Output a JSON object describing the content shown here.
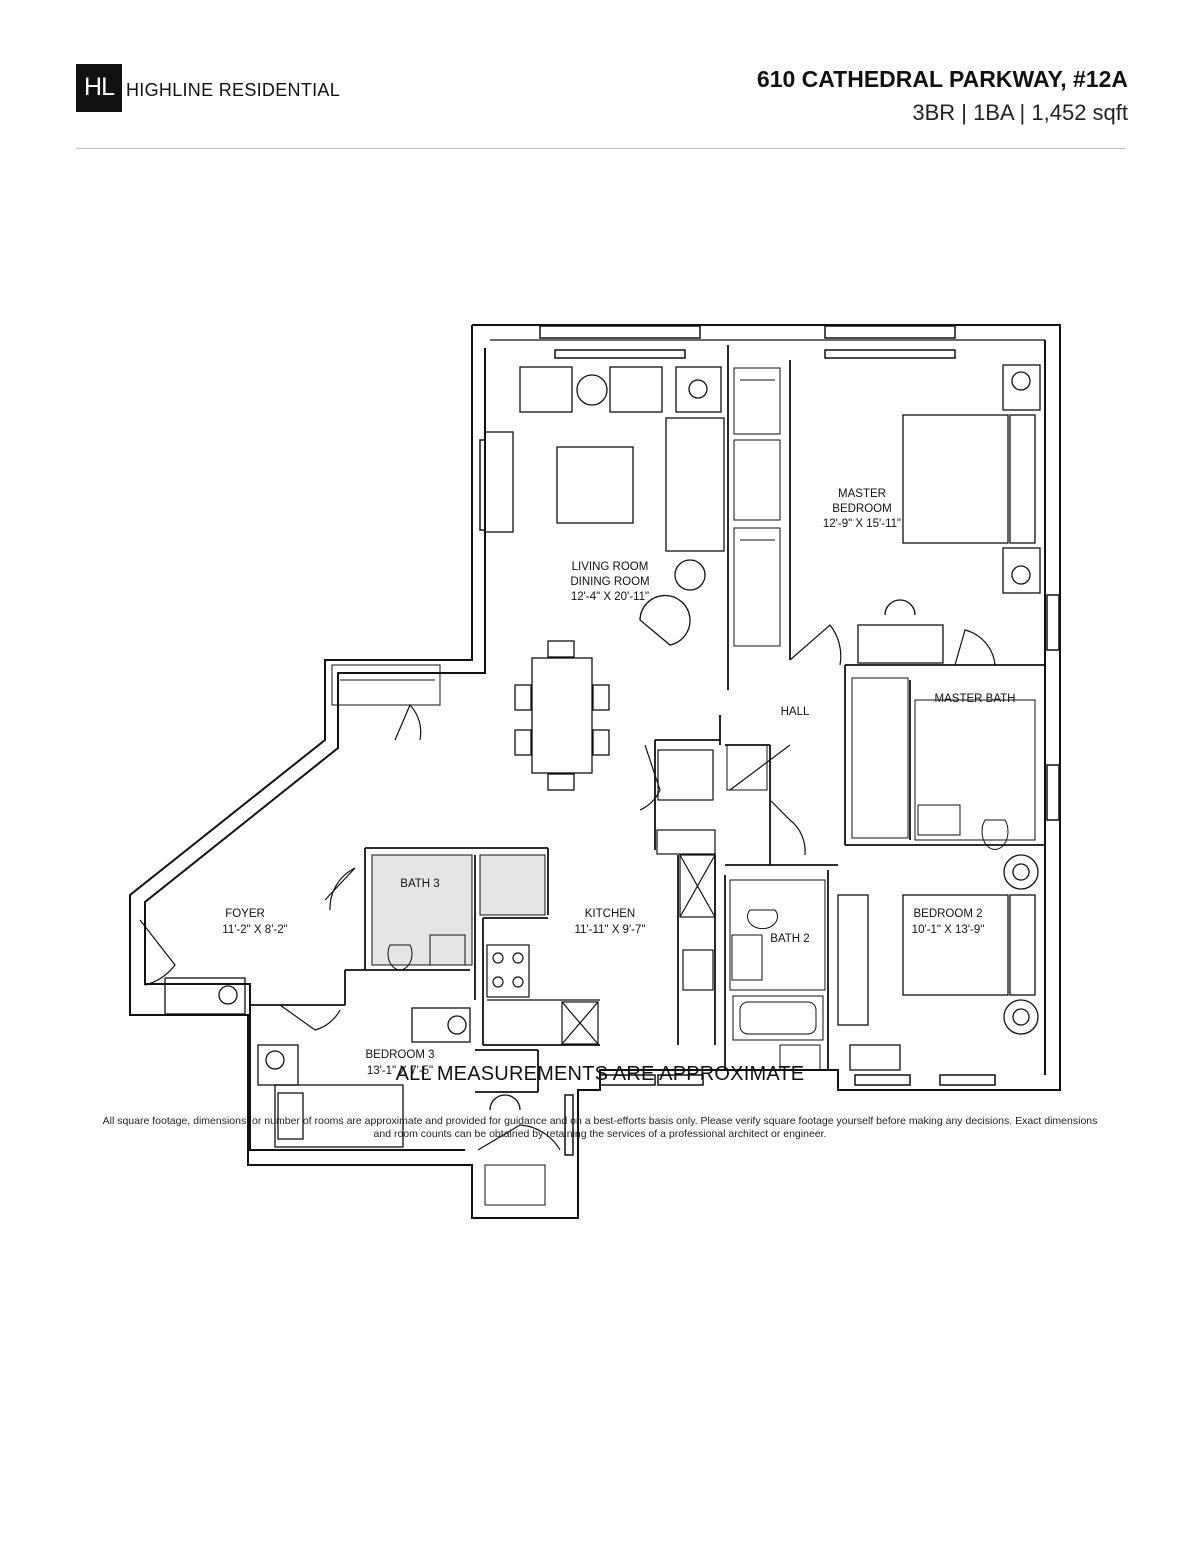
{
  "header": {
    "logo_text": "HL",
    "brand": "HIGHLINE RESIDENTIAL",
    "address": "610 CATHEDRAL PARKWAY, #12A",
    "specs": "3BR | 1BA | 1,452 sqft"
  },
  "rooms": {
    "living": {
      "name1": "LIVING ROOM",
      "name2": "DINING ROOM",
      "dims": "12'-4\" X 20'-11\""
    },
    "master": {
      "name1": "MASTER",
      "name2": "BEDROOM",
      "dims": "12'-9\" X 15'-11\""
    },
    "master_bath": {
      "name": "MASTER BATH"
    },
    "hall": {
      "name": "HALL"
    },
    "foyer": {
      "name": "FOYER",
      "dims": "11'-2\" X 8'-2\""
    },
    "bath3": {
      "name": "BATH 3"
    },
    "kitchen": {
      "name": "KITCHEN",
      "dims": "11'-11\" X 9'-7\""
    },
    "bath2": {
      "name": "BATH 2"
    },
    "bedroom2": {
      "name": "BEDROOM 2",
      "dims": "10'-1\" X 13'-9\""
    },
    "bedroom3": {
      "name": "BEDROOM 3",
      "dims": "13'-1\" X 7'-5\""
    }
  },
  "footer": {
    "note": "ALL MEASUREMENTS ARE APPROXIMATE",
    "disclaimer": "All square footage, dimensions, or number of rooms are approximate and provided for guidance and on a best-efforts basis only. Please verify square footage yourself before making any decisions. Exact dimensions and room counts can be obtained by retaining the services of a professional architect or engineer."
  }
}
